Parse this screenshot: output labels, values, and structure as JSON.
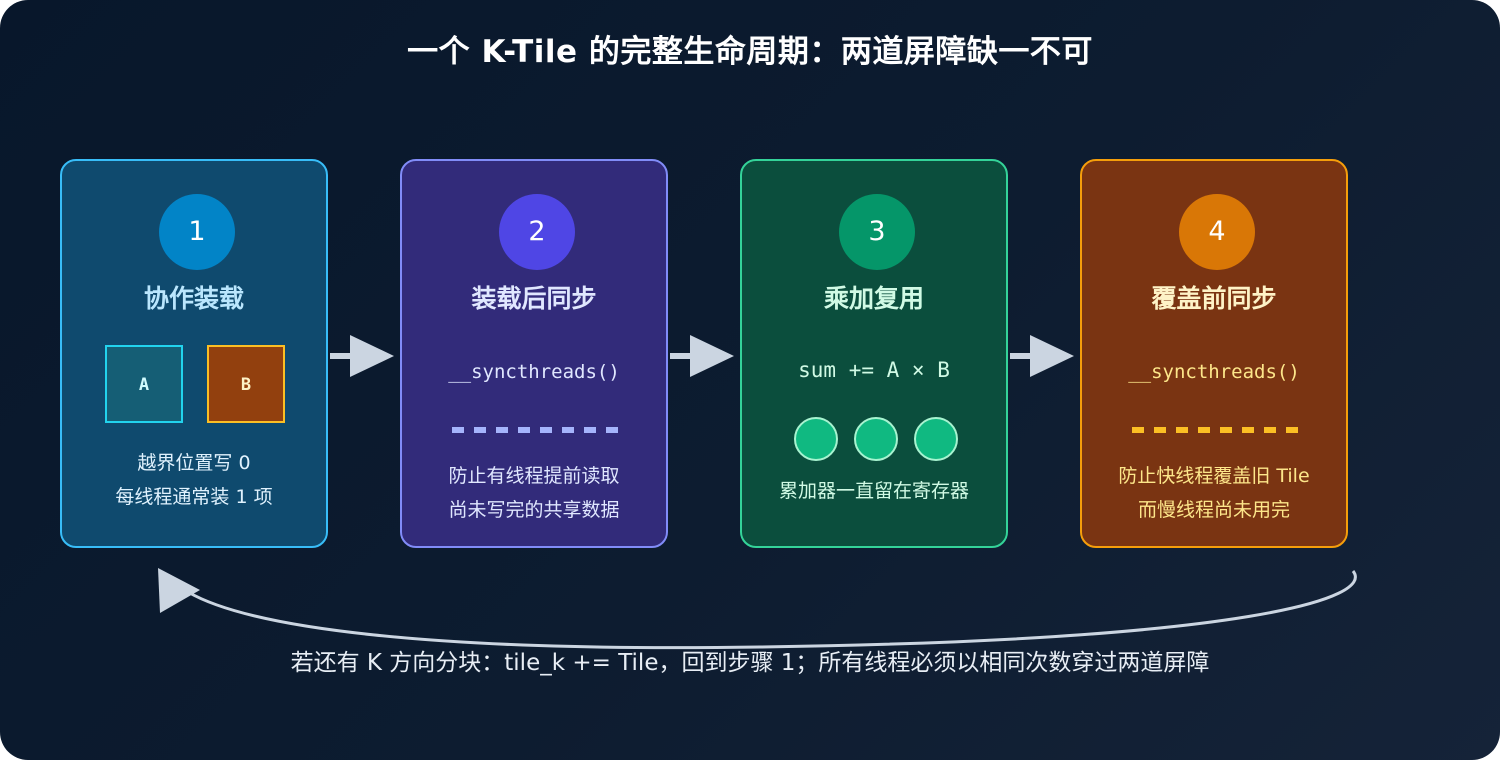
{
  "title": "一个 K-Tile 的完整生命周期：两道屏障缺一不可",
  "steps": [
    {
      "number": "1",
      "title": "协作装载",
      "tile_a": "A",
      "tile_b": "B",
      "note_lines": [
        "越界位置写 0",
        "每线程通常装 1 项"
      ]
    },
    {
      "number": "2",
      "title": "装载后同步",
      "code": "__syncthreads()",
      "note_lines": [
        "防止有线程提前读取",
        "尚未写完的共享数据"
      ]
    },
    {
      "number": "3",
      "title": "乘加复用",
      "code": "sum += A × B",
      "note_lines": [
        "累加器一直留在寄存器"
      ]
    },
    {
      "number": "4",
      "title": "覆盖前同步",
      "code": "__syncthreads()",
      "note_lines": [
        "防止快线程覆盖旧 Tile",
        "而慢线程尚未用完"
      ]
    }
  ],
  "loop_note": "若还有 K 方向分块：tile_k += Tile，回到步骤 1；所有线程必须以相同次数穿过两道屏障",
  "colors": {
    "background": "#0b1a2e",
    "step1": "#38bdf8",
    "step2": "#818cf8",
    "step3": "#34d399",
    "step4": "#f59e0b",
    "arrow": "#cbd5e1"
  }
}
